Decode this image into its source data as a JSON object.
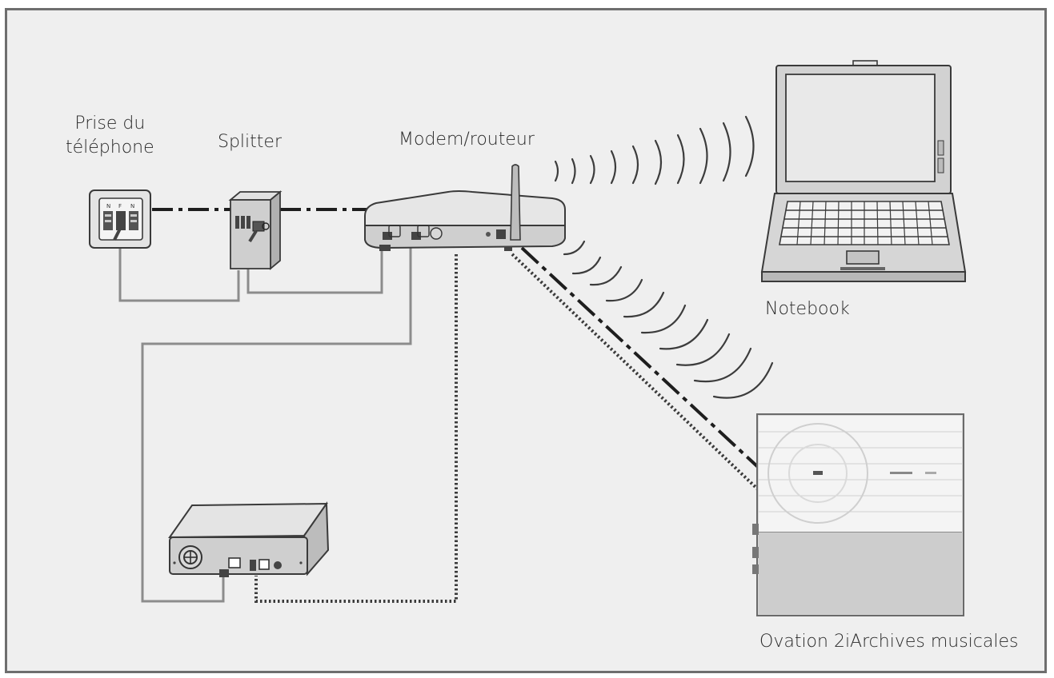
{
  "labels": {
    "phone_socket_line1": "Prise du",
    "phone_socket_line2": "téléphone",
    "splitter": "Splitter",
    "modem_router": "Modem/routeur",
    "notebook": "Notebook",
    "ovation": "Ovation 2iArchives musicales"
  },
  "icons": {
    "phone_socket": "phone-socket-icon",
    "splitter": "splitter-icon",
    "modem_router": "router-icon",
    "notebook": "laptop-icon",
    "nas": "nas-drive-icon",
    "ovation": "ovation-device-icon"
  },
  "colors": {
    "background": "#efefef",
    "frame": "#6e6e6e",
    "cable_solid": "#8c8c8c",
    "cable_dashdot": "#1e1e1e",
    "cable_dotted": "#3a3a3a",
    "wifi_wave": "#3c3c3c",
    "device_fill": "#d4d4d4",
    "device_stroke": "#3a3a3a"
  }
}
